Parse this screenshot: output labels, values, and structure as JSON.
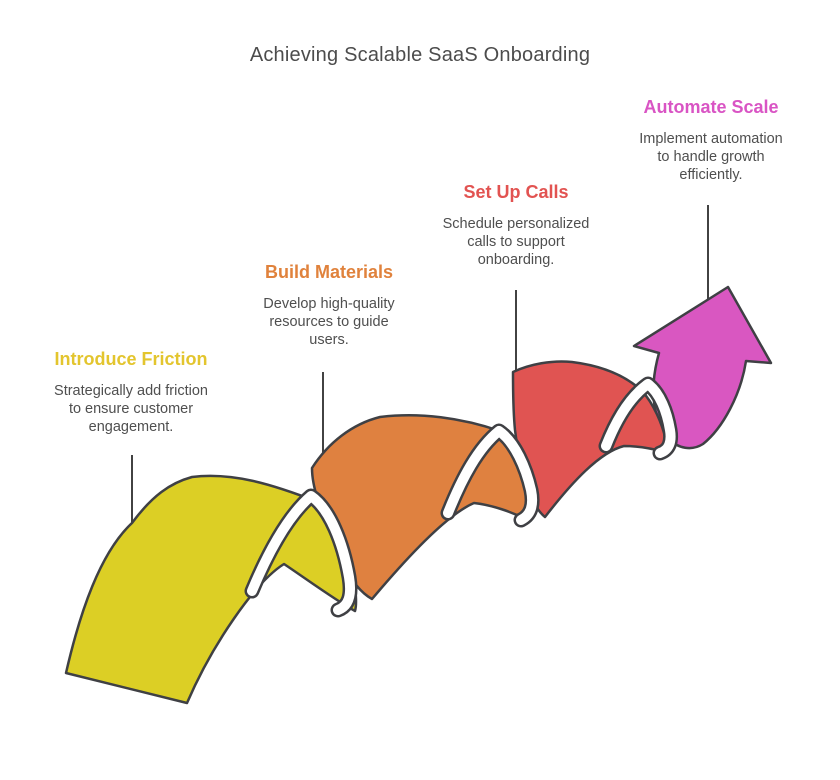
{
  "title": "Achieving Scalable SaaS Onboarding",
  "stages": [
    {
      "label": "Introduce Friction",
      "label_color": "#e3c52e",
      "fill_color": "#dccf25",
      "lines": [
        "Strategically add friction",
        "to ensure customer",
        "engagement."
      ]
    },
    {
      "label": "Build Materials",
      "label_color": "#e0823c",
      "fill_color": "#df8140",
      "lines": [
        "Develop high-quality",
        "resources to guide",
        "users."
      ]
    },
    {
      "label": "Set Up Calls",
      "label_color": "#e25351",
      "fill_color": "#e05452",
      "lines": [
        "Schedule personalized",
        "calls to support",
        "onboarding."
      ]
    },
    {
      "label": "Automate Scale",
      "label_color": "#d954c4",
      "fill_color": "#d957c1",
      "lines": [
        "Implement automation",
        "to handle growth",
        "efficiently."
      ]
    }
  ],
  "colors": {
    "outline": "#3f4044",
    "connector": "#424242",
    "band_fill": "#ffffff",
    "title_text": "#4c4c4c",
    "body_text": "#4f4f4f"
  }
}
